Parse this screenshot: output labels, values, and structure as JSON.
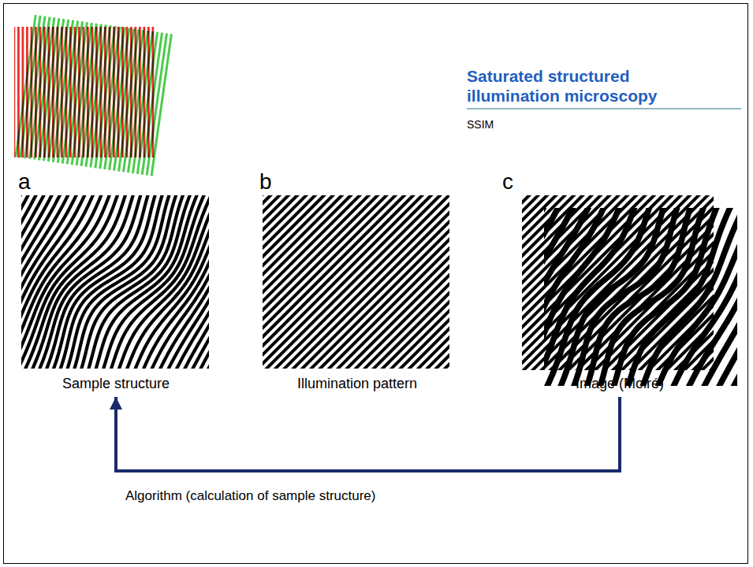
{
  "diagram": {
    "title": "Saturated structured illumination microscopy",
    "nodes": [
      {
        "text": [
          "a",
          "Sample structure"
        ]
      },
      {
        "text": [
          "b",
          "Illumination pattern"
        ]
      },
      {
        "text": [
          "c",
          "Image (Moiré)"
        ]
      }
    ],
    "edges": [
      {
        "from": 2,
        "to": 0,
        "label": "Algorithm (calculation of sample structure)",
        "arrow": "to"
      }
    ],
    "labels": [
      "SSIM"
    ]
  }
}
